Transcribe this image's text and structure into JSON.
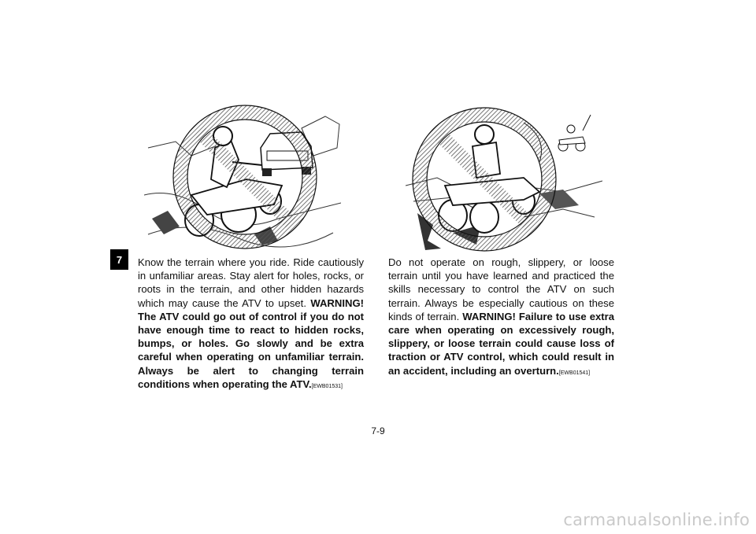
{
  "chapter_tab": "7",
  "left_column": {
    "normal": "Know the terrain where you ride. Ride cautiously in unfamiliar areas. Stay alert for holes, rocks, or roots in the terrain, and other hidden hazards which may cause the ATV to upset.",
    "warning": "WARNING! The ATV could go out of control if you do not have enough time to react to hidden rocks, bumps, or holes. Go slowly and be extra careful when operating on unfamiliar terrain. Always be alert to changing terrain conditions when operating the ATV.",
    "code": "[EWB01531]"
  },
  "right_column": {
    "normal": "Do not operate on rough, slippery, or loose terrain until you have learned and practiced the skills necessary to control the ATV on such terrain. Always be especially cautious on these kinds of terrain.",
    "warning": "WARNING! Failure to use extra care when operating on excessively rough, slippery, or loose terrain could cause loss of traction or ATV control, which could result in an accident, including an overturn.",
    "code": "[EWB01541]"
  },
  "page_number": "7-9",
  "watermark": "carmanualsonline.info"
}
